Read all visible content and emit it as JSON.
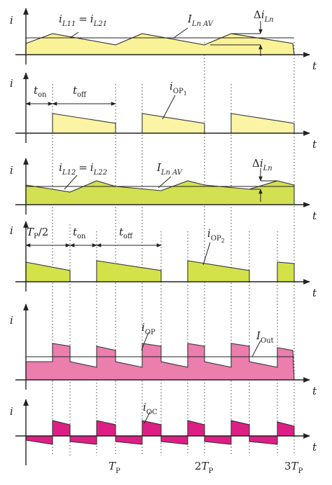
{
  "colors": {
    "panel1": "#faf296",
    "panel2": "#fbf4a4",
    "panel3": "#d2e052",
    "panel4": "#d4e24a",
    "panel5": "#ec7eae",
    "panel6": "#dd1f85"
  },
  "axis_label_y": "i",
  "axis_label_x": "t",
  "panel1": {
    "i_main": "i",
    "i_main_sub": "L11",
    "eq": "=",
    "i_main2": "i",
    "i_main2_sub": "L21",
    "I_avg": "I",
    "I_avg_sub": "Ln AV",
    "delta": "Δ",
    "delta_i": "i",
    "delta_i_sub": "Ln"
  },
  "panel2": {
    "t_on": "t",
    "t_on_sub": "on",
    "t_off": "t",
    "t_off_sub": "off",
    "i_op": "i",
    "i_op_sub": "OP",
    "i_op_sub2": "1"
  },
  "panel3": {
    "i_main": "i",
    "i_main_sub": "L12",
    "eq": "=",
    "i_main2": "i",
    "i_main2_sub": "L22",
    "I_avg": "I",
    "I_avg_sub": "Ln AV",
    "delta": "Δ",
    "delta_i": "i",
    "delta_i_sub": "Ln"
  },
  "panel4": {
    "tp_half": "T",
    "tp_half_sub": "P",
    "tp_half_rest": "/2",
    "t_on": "t",
    "t_on_sub": "on",
    "t_off": "t",
    "t_off_sub": "off",
    "i_op": "i",
    "i_op_sub": "OP",
    "i_op_sub2": "2"
  },
  "panel5": {
    "i_op": "i",
    "i_op_sub": "OP",
    "i_out": "I",
    "i_out_sub": "Out"
  },
  "panel6": {
    "i_oc": "i",
    "i_oc_sub": "OC"
  },
  "bottom_ticks": [
    {
      "pre": "",
      "main": "T",
      "sub": "P"
    },
    {
      "pre": "2",
      "main": "T",
      "sub": "P"
    },
    {
      "pre": "3",
      "main": "T",
      "sub": "P"
    }
  ]
}
